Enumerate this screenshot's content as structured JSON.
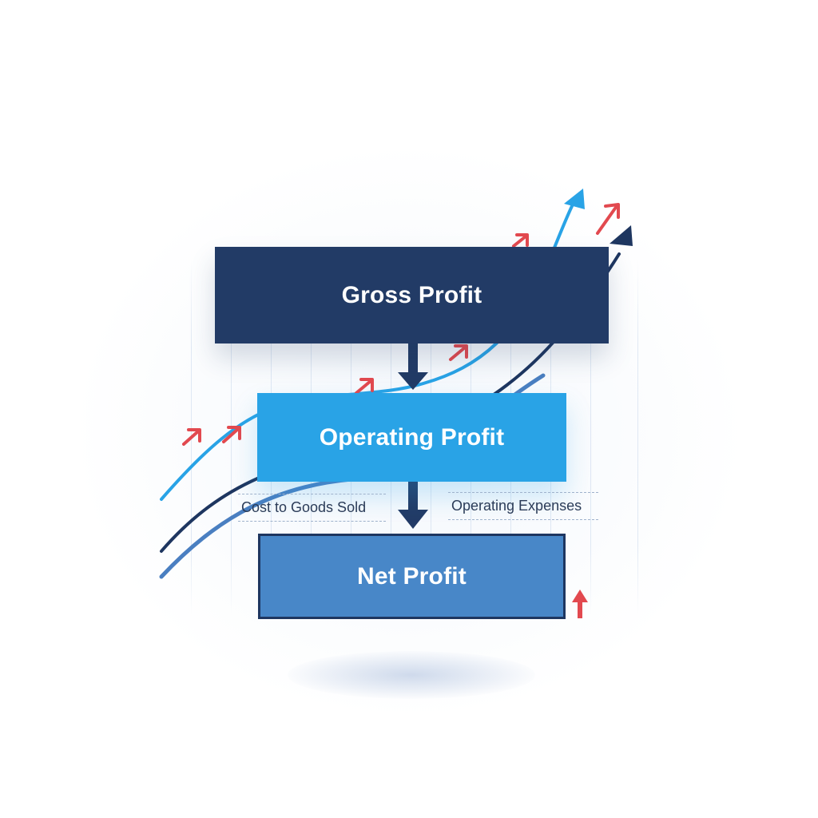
{
  "diagram": {
    "stages": [
      {
        "label": "Gross Profit",
        "color": "#223b66"
      },
      {
        "label": "Operating Profit",
        "color": "#29a3e6"
      },
      {
        "label": "Net Profit",
        "color": "#4887c8"
      }
    ],
    "deductions": {
      "left": "Cost to Goods Sold",
      "right": "Operating Expenses"
    },
    "colors": {
      "dark_navy": "#1e3660",
      "bright_blue": "#29a3e6",
      "mid_blue": "#4a7fc1",
      "accent_red": "#e2494f",
      "connector": "#223b66"
    }
  }
}
